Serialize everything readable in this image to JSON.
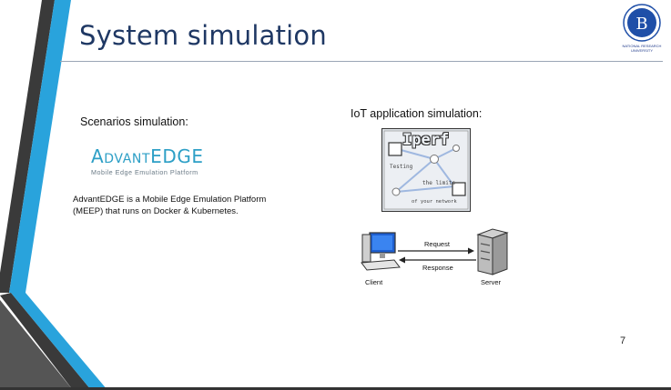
{
  "slide": {
    "title": "System simulation",
    "page_number": "7"
  },
  "logo": {
    "monogram": "В",
    "caption_line1": "NATIONAL RESEARCH",
    "caption_line2": "UNIVERSITY"
  },
  "left": {
    "heading": "Scenarios simulation:",
    "product_name": "AdvantEDGE",
    "product_tagline": "Mobile Edge Emulation Platform",
    "description": "AdvantEDGE is a Mobile Edge Emulation Platform (MEEP) that runs on Docker & Kubernetes."
  },
  "right": {
    "heading": "IoT application simulation:",
    "iperf_logo": {
      "word": "Iperf",
      "line1": "Testing",
      "line2": "the limits",
      "line3": "of your network"
    },
    "diagram": {
      "client_label": "Client",
      "server_label": "Server",
      "request_label": "Request",
      "response_label": "Response"
    }
  },
  "colors": {
    "title": "#1f3864",
    "accent_blue": "#29a3dc",
    "dark_stripe": "#3a3a3a",
    "product": "#2d9fc6"
  }
}
